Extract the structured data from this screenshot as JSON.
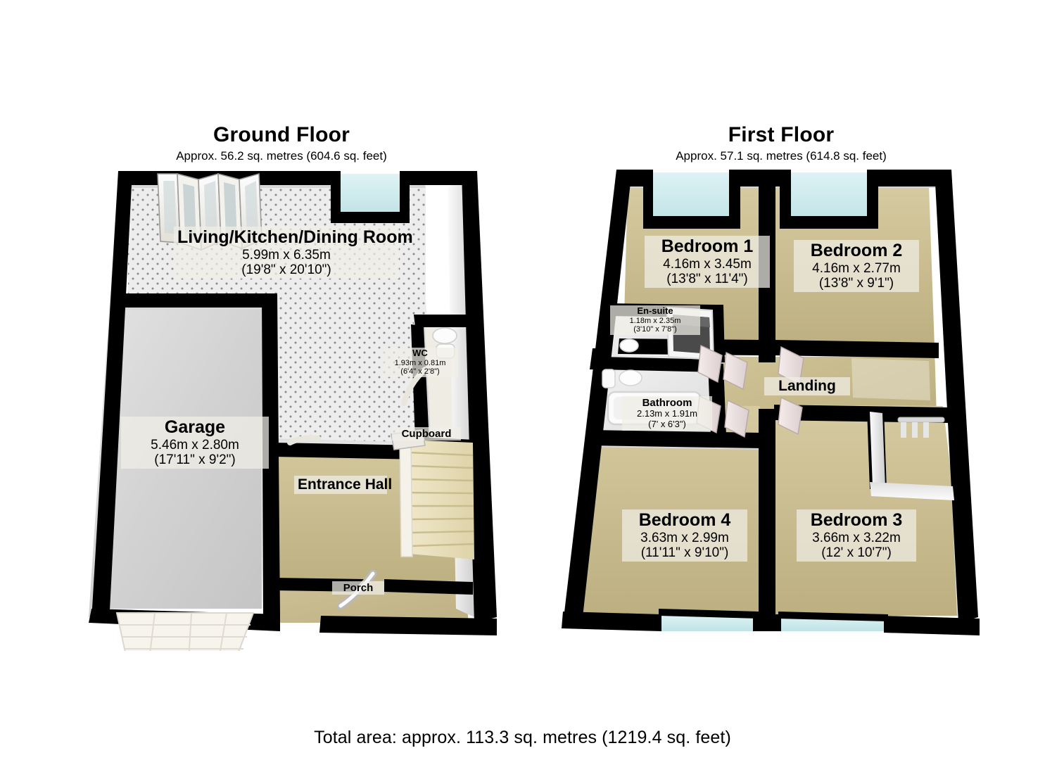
{
  "document": {
    "type": "floor-plan",
    "total_area_text": "Total area: approx. 113.3 sq. metres (1219.4 sq. feet)"
  },
  "floors": [
    {
      "id": "ground",
      "title": "Ground Floor",
      "subtitle": "Approx. 56.2 sq. metres (604.6 sq. feet)",
      "rooms": [
        {
          "name": "Living/Kitchen/Dining Room",
          "metric": "5.99m x 6.35m",
          "imperial": "(19'8\" x 20'10\")"
        },
        {
          "name": "Garage",
          "metric": "5.46m x 2.80m",
          "imperial": "(17'11\" x 9'2\")"
        },
        {
          "name": "WC",
          "metric": "1.93m x 0.81m",
          "imperial": "(6'4\" x 2'8\")"
        },
        {
          "name": "Entrance Hall",
          "metric": "",
          "imperial": ""
        },
        {
          "name": "Cupboard",
          "metric": "",
          "imperial": ""
        },
        {
          "name": "Porch",
          "metric": "",
          "imperial": ""
        }
      ]
    },
    {
      "id": "first",
      "title": "First Floor",
      "subtitle": "Approx. 57.1 sq. metres (614.8 sq. feet)",
      "rooms": [
        {
          "name": "Bedroom 1",
          "metric": "4.16m x 3.45m",
          "imperial": "(13'8\" x 11'4\")"
        },
        {
          "name": "Bedroom 2",
          "metric": "4.16m x 2.77m",
          "imperial": "(13'8\" x 9'1\")"
        },
        {
          "name": "Bedroom 3",
          "metric": "3.66m x 3.22m",
          "imperial": "(12' x 10'7\")"
        },
        {
          "name": "Bedroom 4",
          "metric": "3.63m x 2.99m",
          "imperial": "(11'11\" x 9'10\")"
        },
        {
          "name": "En-suite",
          "metric": "1.18m x 2.35m",
          "imperial": "(3'10\" x 7'8\")"
        },
        {
          "name": "Bathroom",
          "metric": "2.13m x 1.91m",
          "imperial": "(7' x 6'3\")"
        },
        {
          "name": "Landing",
          "metric": "",
          "imperial": ""
        }
      ]
    }
  ],
  "colors": {
    "wall_outline": "#000000",
    "wall_face": "#f2f2f2",
    "carpet": "#cbbe90",
    "carpet_dark": "#b5a87c",
    "tile_floor": "#e8e8e8",
    "garage_floor": "#d9d9d9",
    "window_glass": "#d8f0f2",
    "stair_tread": "#e8dfbd",
    "background": "#ffffff",
    "text": "#000000"
  }
}
